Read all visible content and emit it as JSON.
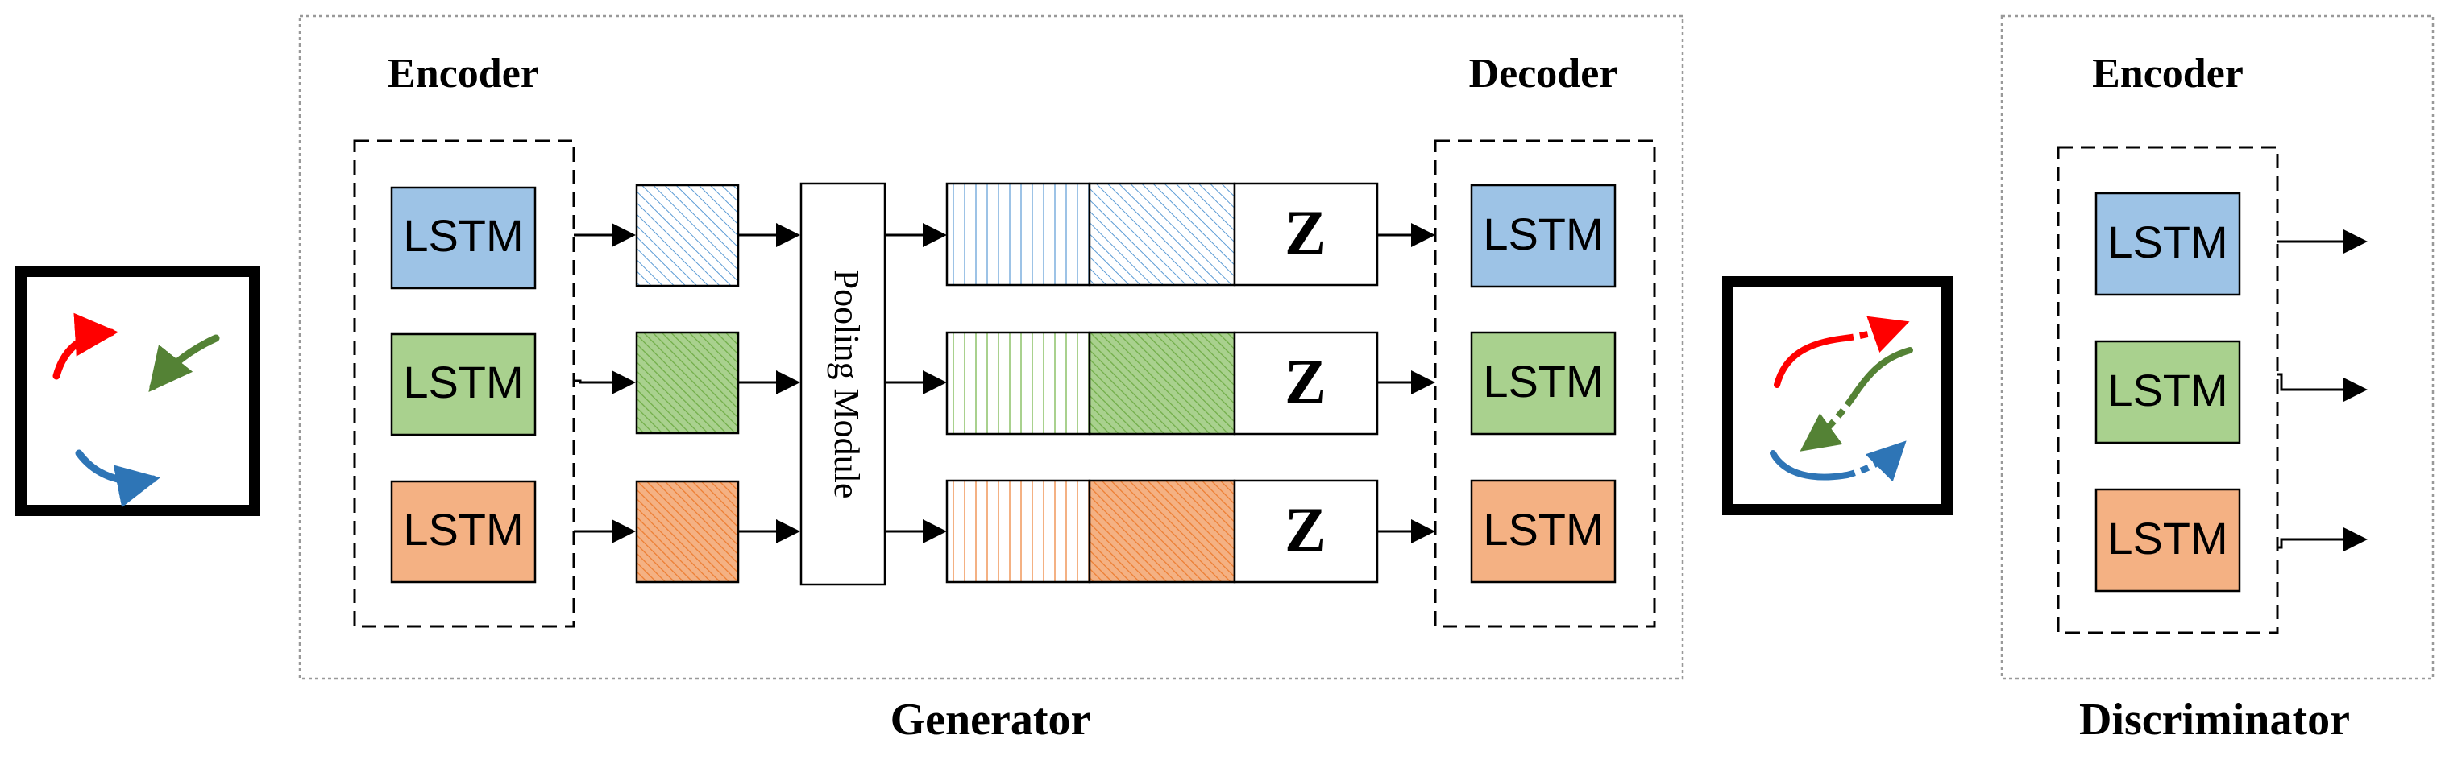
{
  "generator": {
    "encoder_title": "Encoder",
    "decoder_title": "Decoder",
    "label": "Generator",
    "encoder_lstms": [
      "LSTM",
      "LSTM",
      "LSTM"
    ],
    "decoder_lstms": [
      "LSTM",
      "LSTM",
      "LSTM"
    ],
    "pooling_label": "Pooling Module",
    "noise_labels": [
      "Z",
      "Z",
      "Z"
    ]
  },
  "discriminator": {
    "encoder_title": "Encoder",
    "label": "Discriminator",
    "encoder_lstms": [
      "LSTM",
      "LSTM",
      "LSTM"
    ]
  },
  "colors": {
    "pedestrian_1": "#9dc3e6",
    "pedestrian_2": "#a9d18e",
    "pedestrian_3": "#f4b183",
    "hatch_1": "#5b9bd5",
    "hatch_2": "#70ad47",
    "hatch_3": "#ed7d31",
    "arrow_red": "#ff0000",
    "arrow_green": "#548235",
    "arrow_blue": "#2e75b6",
    "outline": "#000000",
    "dotted_frame": "#999999"
  }
}
